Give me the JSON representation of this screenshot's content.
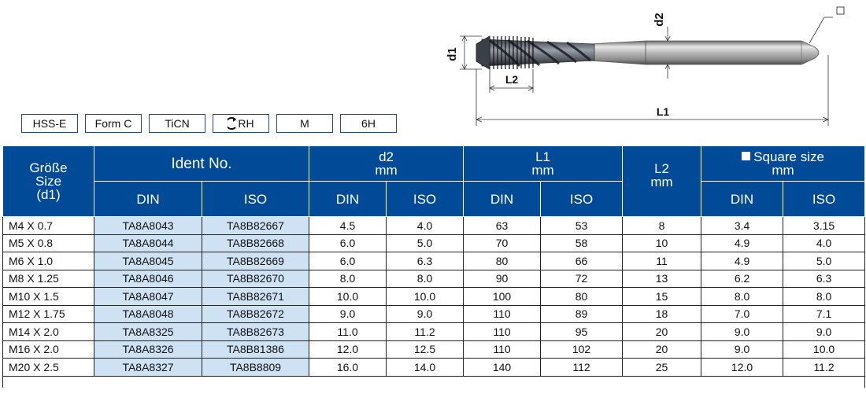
{
  "drawing": {
    "label_d1": "d1",
    "label_d2": "d2",
    "label_L1": "L1",
    "label_L2": "L2"
  },
  "badges": [
    {
      "label": "HSS-E"
    },
    {
      "label": "Form C"
    },
    {
      "label": "TiCN"
    },
    {
      "label": "RH",
      "icon": "right-hand-rotation-icon"
    },
    {
      "label": "M"
    },
    {
      "label": "6H"
    }
  ],
  "table": {
    "header": {
      "size_line1": "Größe",
      "size_line2": "Size",
      "size_line3": "(d1)",
      "ident": "Ident No.",
      "d2_line1": "d2",
      "d2_line2": "mm",
      "L1_line1": "L1",
      "L1_line2": "mm",
      "L2_line1": "L2",
      "L2_line2": "mm",
      "square_line1": "Square size",
      "square_line2": "mm",
      "din": "DIN",
      "iso": "ISO"
    },
    "rows": [
      {
        "size": "M4 X 0.7",
        "ident_din": "TA8A8043",
        "ident_iso": "TA8B82667",
        "d2_din": "4.5",
        "d2_iso": "4.0",
        "l1_din": "63",
        "l1_iso": "53",
        "l2": "8",
        "sq_din": "3.4",
        "sq_iso": "3.15"
      },
      {
        "size": "M5 X 0.8",
        "ident_din": "TA8A8044",
        "ident_iso": "TA8B82668",
        "d2_din": "6.0",
        "d2_iso": "5.0",
        "l1_din": "70",
        "l1_iso": "58",
        "l2": "10",
        "sq_din": "4.9",
        "sq_iso": "4.0"
      },
      {
        "size": "M6 X 1.0",
        "ident_din": "TA8A8045",
        "ident_iso": "TA8B82669",
        "d2_din": "6.0",
        "d2_iso": "6.3",
        "l1_din": "80",
        "l1_iso": "66",
        "l2": "11",
        "sq_din": "4.9",
        "sq_iso": "5.0"
      },
      {
        "size": "M8 X 1.25",
        "ident_din": "TA8A8046",
        "ident_iso": "TA8B82670",
        "d2_din": "8.0",
        "d2_iso": "8.0",
        "l1_din": "90",
        "l1_iso": "72",
        "l2": "13",
        "sq_din": "6.2",
        "sq_iso": "6.3"
      },
      {
        "size": "M10 X 1.5",
        "ident_din": "TA8A8047",
        "ident_iso": "TA8B82671",
        "d2_din": "10.0",
        "d2_iso": "10.0",
        "l1_din": "100",
        "l1_iso": "80",
        "l2": "15",
        "sq_din": "8.0",
        "sq_iso": "8.0"
      },
      {
        "size": "M12 X 1.75",
        "ident_din": "TA8A8048",
        "ident_iso": "TA8B82672",
        "d2_din": "9.0",
        "d2_iso": "9.0",
        "l1_din": "110",
        "l1_iso": "89",
        "l2": "18",
        "sq_din": "7.0",
        "sq_iso": "7.1"
      },
      {
        "size": "M14 X 2.0",
        "ident_din": "TA8A8325",
        "ident_iso": "TA8B82673",
        "d2_din": "11.0",
        "d2_iso": "11.2",
        "l1_din": "110",
        "l1_iso": "95",
        "l2": "20",
        "sq_din": "9.0",
        "sq_iso": "9.0"
      },
      {
        "size": "M16 X 2.0",
        "ident_din": "TA8A8326",
        "ident_iso": "TA8B81386",
        "d2_din": "12.0",
        "d2_iso": "12.5",
        "l1_din": "110",
        "l1_iso": "102",
        "l2": "20",
        "sq_din": "9.0",
        "sq_iso": "10.0"
      },
      {
        "size": "M20 X 2.5",
        "ident_din": "TA8A8327",
        "ident_iso": "TA8B8809",
        "d2_din": "16.0",
        "d2_iso": "14.0",
        "l1_din": "140",
        "l1_iso": "112",
        "l2": "25",
        "sq_din": "12.0",
        "sq_iso": "11.2"
      }
    ]
  },
  "colors": {
    "header_blue": "#004a97",
    "ident_highlight": "#cfe2f4",
    "badge_border": "#1e4e96"
  }
}
